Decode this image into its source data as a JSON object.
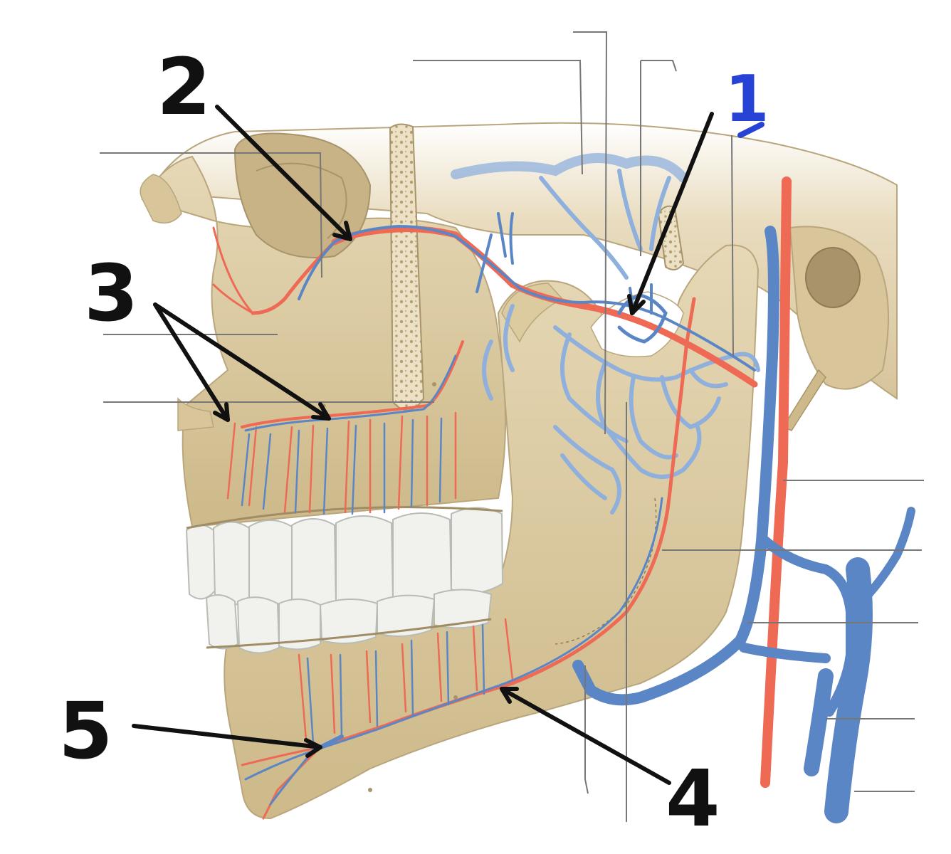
{
  "diagram": {
    "labels": [
      {
        "id": "1",
        "text": "1",
        "color": "#2743d6"
      },
      {
        "id": "2",
        "text": "2",
        "color": "#111111"
      },
      {
        "id": "3",
        "text": "3",
        "color": "#111111"
      },
      {
        "id": "4",
        "text": "4",
        "color": "#111111"
      },
      {
        "id": "5",
        "text": "5",
        "color": "#111111"
      }
    ],
    "colors": {
      "bone": "#d9c8a0",
      "bone_dark": "#b9a67d",
      "artery": "#ee6a55",
      "vein": "#5b86c6",
      "vein_light": "#8fb0dc",
      "teeth": "#f1f2ee",
      "marrow": "#e9dcbc",
      "leader": "#777777"
    }
  }
}
